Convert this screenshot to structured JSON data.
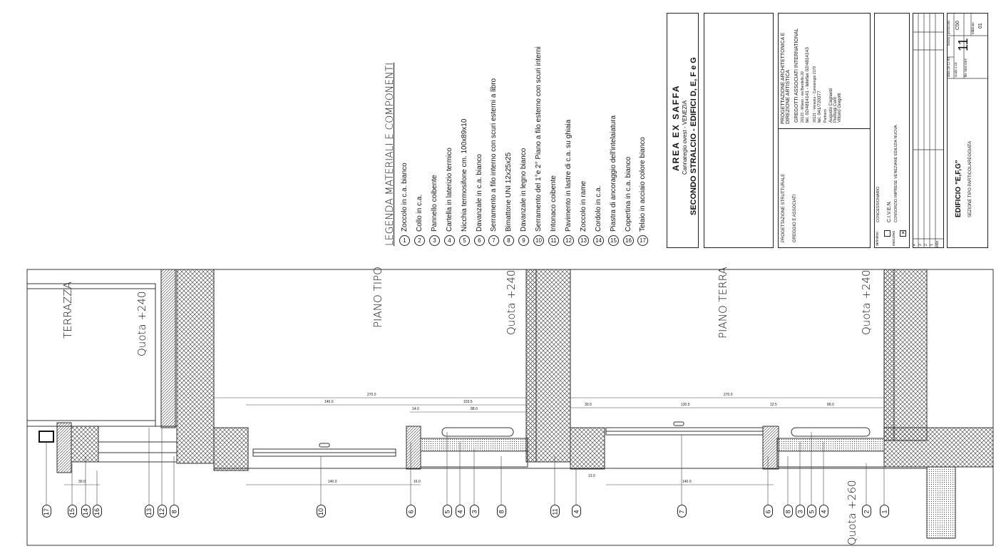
{
  "legend": {
    "title": "LEGENDA MATERIALI E COMPONENTI",
    "items": [
      {
        "n": "1",
        "label": "Zoccolo in c.a. bianco"
      },
      {
        "n": "2",
        "label": "Collo in c.a."
      },
      {
        "n": "3",
        "label": "Pannello coibente"
      },
      {
        "n": "4",
        "label": "Cartella in laterizio termico"
      },
      {
        "n": "5",
        "label": "Nicchia termosifone cm. 100x89x10"
      },
      {
        "n": "6",
        "label": "Davanzale in c.a. bianco"
      },
      {
        "n": "7",
        "label": "Serramento a filo interno con scuri esterni a libro"
      },
      {
        "n": "8",
        "label": "Bimattone UNI 12x25x25"
      },
      {
        "n": "9",
        "label": "Davanzale in legno bianco"
      },
      {
        "n": "10",
        "label": "Serramento del 1°e 2° Piano a filo esterno con scuri interni"
      },
      {
        "n": "11",
        "label": "Intonaco coibente"
      },
      {
        "n": "12",
        "label": "Pavimento in lastre di c.a. su ghiaia"
      },
      {
        "n": "13",
        "label": "Zoccolo in rame"
      },
      {
        "n": "14",
        "label": "Cordolo in c.a."
      },
      {
        "n": "15",
        "label": "Piastra di ancoraggio dell'intelaiatura"
      },
      {
        "n": "16",
        "label": "Copertina in c.a. bianco"
      },
      {
        "n": "17",
        "label": "Telaio in acciaio colore bianco"
      }
    ]
  },
  "title_block": {
    "project": "AREA EX SAFFA",
    "location": "Cannaregio ovest - VENEZIA",
    "phase": "SECONDO STRALCIO - EDIFICI D, E, F e G",
    "structural": {
      "heading": "PROGETTAZIONE STRUTTURALE",
      "firm": "GREGGIO E ASSOCIATI"
    },
    "architectural": {
      "heading": "PROGETTAZIONE ARCHITETTONICA E DIREZIONE ARTISTICA",
      "firm": "GREGOTTI ASSOCIATI INTERNATIONAL",
      "milano": "20123 - Milano - via Bandello 20",
      "milano_tel": "tel. 02/4814141 - telefax 02/4814143",
      "venezia": "30121 - Venezia - Cannaregio 2179",
      "venezia_tel": "tel. 041/720377",
      "partners_label": "Partners",
      "partners": [
        "Augusto Cagnardi",
        "Pierluigi Cerri",
        "Vittorio Gregotti"
      ]
    },
    "status": {
      "definitivo": "definitivo",
      "esecutivo": "esecutivo"
    },
    "concessionario": {
      "heading": "CONCESSIONARIO",
      "name": "C.I.V.E.N.",
      "full": "CONSORZIO IMPRESE VENEZIANE EDILIZIA NUOVA"
    },
    "revisions": {
      "rows": [
        "4",
        "3",
        "2",
        "1"
      ],
      "header": "ediz."
    },
    "sheet": {
      "building": "EDIFICIO \"E,F,G\"",
      "subject": "SEZIONE TIPO PARTICOLAREGGIATA",
      "data_label": "data",
      "data": "18-11-92",
      "scala_label": "scala",
      "scala": "1:10",
      "file_label": "file",
      "file": "SEZ-DET",
      "tavola_label": "tavola",
      "tavola": "11",
      "protocollo_label": "protocollo",
      "protocollo": "C50",
      "edizione_label": "edizione",
      "edizione": "01"
    }
  },
  "drawing": {
    "labels": {
      "terrazza": "TERRAZZA",
      "piano_tipo": "PIANO TIPO",
      "piano_terra": "PIANO TERRA",
      "quota1": "Quota +240",
      "quota2": "Quota +240",
      "quota3": "Quota +240",
      "quota4": "Quota +260"
    },
    "dimensions": [
      "270.0",
      "140.0",
      "103.5",
      "14.0",
      "88.0",
      "270.0",
      "130.5",
      "12.5",
      "89.0",
      "30.0",
      "140.0",
      "140.0",
      "16.0",
      "30.0",
      "13.0"
    ],
    "callouts": [
      "17",
      "15",
      "14",
      "16",
      "13",
      "12",
      "8",
      "10",
      "6",
      "5",
      "4",
      "3",
      "8",
      "11",
      "4",
      "7",
      "6",
      "8",
      "3",
      "5",
      "4",
      "2",
      "1"
    ]
  }
}
